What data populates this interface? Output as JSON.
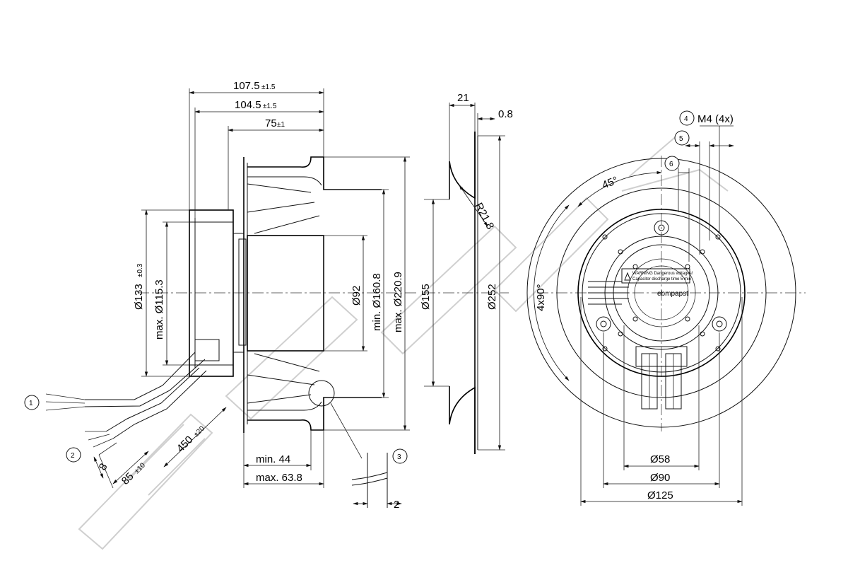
{
  "side_view": {
    "d_107": "107.5",
    "d_107_tol": "±1.5",
    "d_104": "104.5",
    "d_104_tol": "±1.5",
    "d_75": "75",
    "d_75_tol": "±1",
    "d_133": "Ø133",
    "d_133_tol": "±0.3",
    "d_115": "max. Ø115.3",
    "d_92": "Ø92",
    "d_160": "min. Ø160.8",
    "d_220": "max. Ø220.9",
    "d_44": "min. 44",
    "d_63": "max. 63.8",
    "d_450": "450",
    "d_450_tol": "±20",
    "d_85": "85",
    "d_85_tol": "±10",
    "d_8": "8",
    "d_2": "2"
  },
  "section_view": {
    "d_21": "21",
    "d_08": "0.8",
    "d_r218": "R21.8",
    "d_155": "Ø155",
    "d_252": "Ø252"
  },
  "front_view": {
    "d_m4": "M4 (4x)",
    "d_45": "45°",
    "d_4x90": "4x90°",
    "d_58": "Ø58",
    "d_90": "Ø90",
    "d_125": "Ø125",
    "label_warning_1": "WARNING Dangerous voltages!",
    "label_warning_2": "Capacitor discharge time 5 min",
    "brand": "ebmpapst"
  },
  "callouts": [
    "1",
    "2",
    "3",
    "4",
    "5",
    "6"
  ]
}
